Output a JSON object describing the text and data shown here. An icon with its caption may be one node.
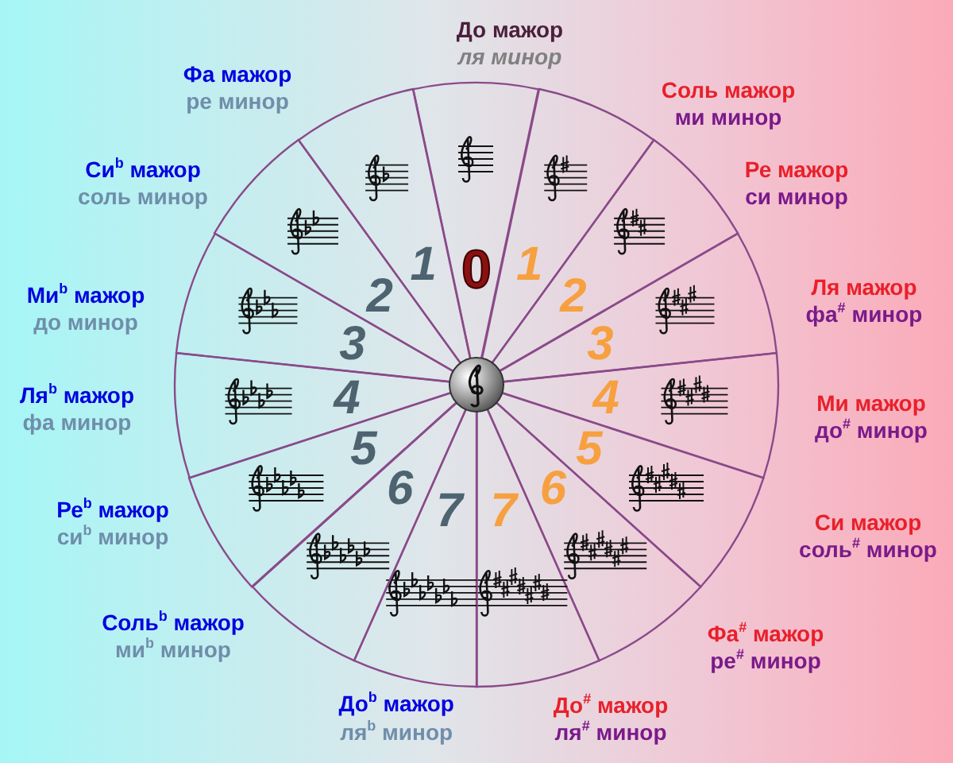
{
  "diagram": {
    "nodes": [
      {
        "text": [
          "0"
        ],
        "beside": [
          "До мажор",
          "ля минор"
        ]
      },
      {
        "text": [
          "1"
        ],
        "beside": [
          "Соль мажор",
          "ми минор"
        ]
      },
      {
        "text": [
          "2"
        ],
        "beside": [
          "Ре мажор",
          "си минор"
        ]
      },
      {
        "text": [
          "3"
        ],
        "beside": [
          "Ля мажор",
          "фа$^{#}$ минор"
        ]
      },
      {
        "text": [
          "4"
        ],
        "beside": [
          "Ми мажор",
          "до$^{#}$ минор"
        ]
      },
      {
        "text": [
          "5"
        ],
        "beside": [
          "Си мажор",
          "соль$^{#}$ минор"
        ]
      },
      {
        "text": [
          "6"
        ],
        "beside": [
          "Фа$^{#}$ мажор",
          "ре$^{#}$ минор"
        ]
      },
      {
        "text": [
          "7"
        ],
        "beside": [
          "До$^{#}$ мажор",
          "ля$^{#}$ минор"
        ]
      },
      {
        "text": [
          "7"
        ],
        "beside": [
          "До$^{b}$ мажор",
          "ля$^{b}$ минор"
        ]
      },
      {
        "text": [
          "6"
        ],
        "beside": [
          "Соль$^{b}$ мажор",
          "ми$^{b}$ минор"
        ]
      },
      {
        "text": [
          "5"
        ],
        "beside": [
          "Ре$^{b}$ мажор",
          "си$^{b}$ минор"
        ]
      },
      {
        "text": [
          "4"
        ],
        "beside": [
          "Ля$^{b}$ мажор",
          "фа минор"
        ]
      },
      {
        "text": [
          "3"
        ],
        "beside": [
          "Ми$^{b}$ мажор",
          "до минор"
        ]
      },
      {
        "text": [
          "2"
        ],
        "beside": [
          "Си$^{b}$ мажор",
          "соль минор"
        ]
      },
      {
        "text": [
          "1"
        ],
        "beside": [
          "Фа мажор",
          "ре минор"
        ]
      }
    ]
  }
}
